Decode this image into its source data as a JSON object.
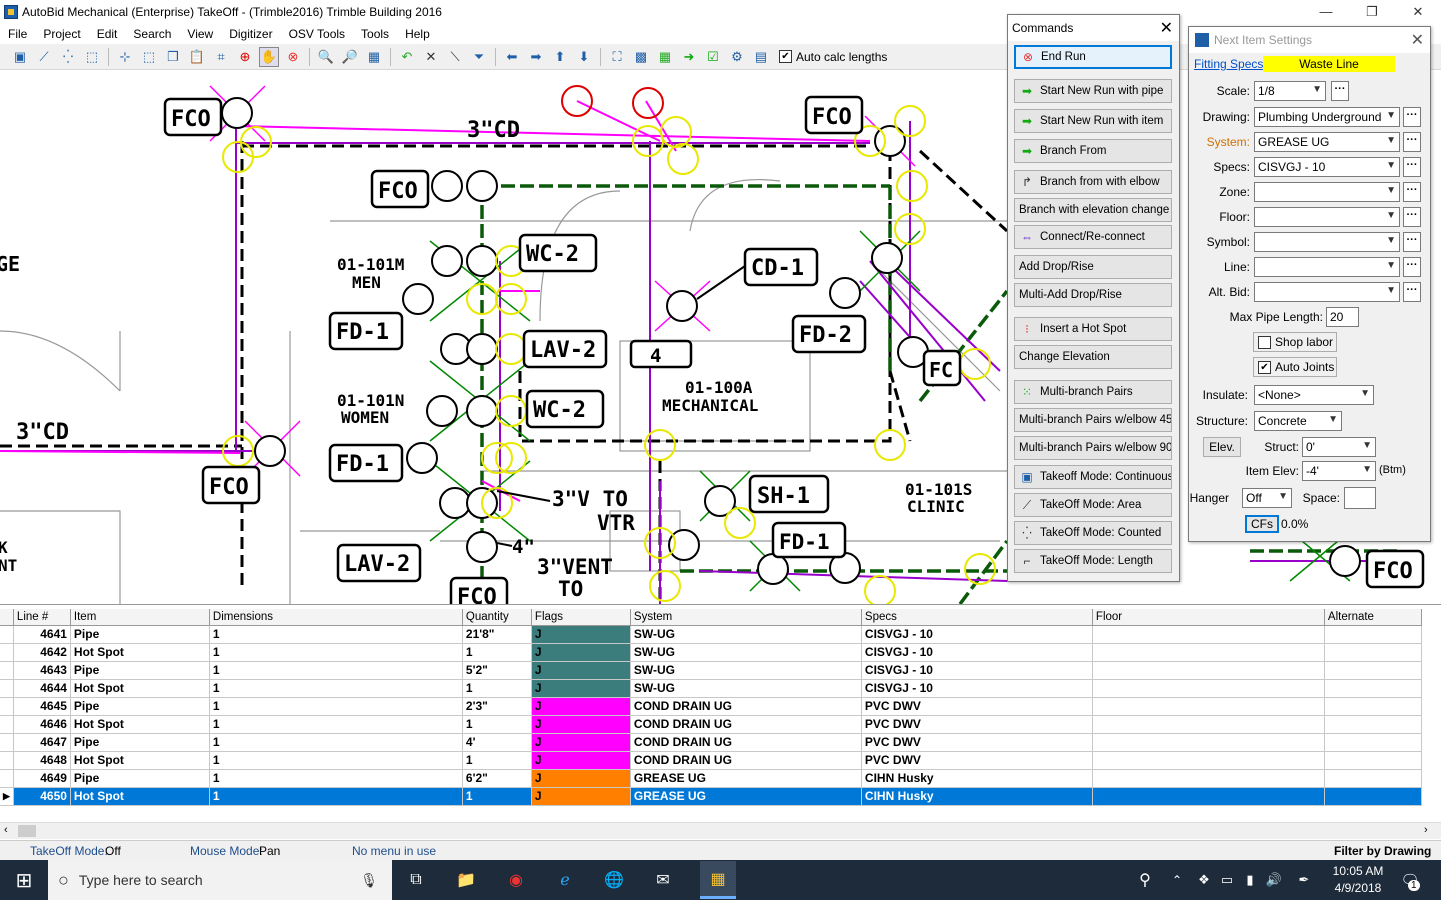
{
  "title": "AutoBid Mechanical (Enterprise) TakeOff - (Trimble2016)  Trimble Building 2016",
  "window_controls": {
    "minimize": "—",
    "restore": "❐",
    "close": "✕"
  },
  "menu": [
    "File",
    "Project",
    "Edit",
    "Search",
    "View",
    "Digitizer",
    "OSV Tools",
    "Tools",
    "Help"
  ],
  "toolbar": {
    "auto_calc_label": "Auto calc lengths",
    "auto_calc_checked": true
  },
  "drawing_labels": {
    "fco": "FCO",
    "cd3": "3\"CD",
    "men_room": "01-101M",
    "men": "MEN",
    "women_room": "01-101N",
    "women": "WOMEN",
    "fd1": "FD-1",
    "fd2": "FD-2",
    "wc2": "WC-2",
    "lav2": "LAV-2",
    "cd1": "CD-1",
    "mech_num": "4",
    "mech_room": "01-100A",
    "mech": "MECHANICAL",
    "sh1": "SH-1",
    "clinic_room": "01-101S",
    "clinic": "CLINIC",
    "fc": "FC",
    "v3": "3\"V TO",
    "vtr": "VTR",
    "vent3": "3\"VENT",
    "to": "TO",
    "four": "4\"",
    "ge": "GE",
    "k": "K",
    "nt": "NT"
  },
  "commands": {
    "title": "Commands",
    "buttons": [
      {
        "label": "End Run",
        "icon": "stop-icon",
        "active": true
      },
      {
        "label": "Start New Run with pipe",
        "icon": "arrow-right-icon"
      },
      {
        "label": "Start New Run with item",
        "icon": "arrow-right-icon"
      },
      {
        "label": "Branch From",
        "icon": "branch-icon"
      },
      {
        "label": "Branch from with elbow",
        "icon": "elbow-icon"
      },
      {
        "label": "Branch with elevation change",
        "icon": ""
      },
      {
        "label": "Connect/Re-connect",
        "icon": "connect-icon"
      },
      {
        "label": "Add Drop/Rise",
        "icon": ""
      },
      {
        "label": "Multi-Add Drop/Rise",
        "icon": ""
      },
      {
        "label": "Insert a Hot Spot",
        "icon": "hotspot-icon"
      },
      {
        "label": "Change Elevation",
        "icon": ""
      },
      {
        "label": "Multi-branch Pairs",
        "icon": "multibranch-icon"
      },
      {
        "label": "Multi-branch Pairs w/elbow 45",
        "icon": ""
      },
      {
        "label": "Multi-branch Pairs w/elbow 90",
        "icon": ""
      },
      {
        "label": "Takeoff Mode: Continuous",
        "icon": "continuous-icon"
      },
      {
        "label": "TakeOff Mode: Area",
        "icon": "area-icon"
      },
      {
        "label": "TakeOff Mode: Counted",
        "icon": "counted-icon"
      },
      {
        "label": "TakeOff Mode: Length",
        "icon": "length-icon"
      }
    ]
  },
  "next_item": {
    "title": "Next Item Settings",
    "fitting_specs_label": "Fitting Specs:",
    "fitting_specs_value": "Waste Line",
    "scale_label": "Scale:",
    "scale": "1/8",
    "drawing_label": "Drawing:",
    "drawing": "Plumbing Underground",
    "system_label": "System:",
    "system": "GREASE UG",
    "specs_label": "Specs:",
    "specs": "CISVGJ - 10",
    "zone_label": "Zone:",
    "floor_label": "Floor:",
    "symbol_label": "Symbol:",
    "line_label": "Line:",
    "altbid_label": "Alt. Bid:",
    "max_pipe_label": "Max Pipe Length:",
    "max_pipe": "20",
    "shop_labor": "Shop labor",
    "auto_joints": "Auto Joints",
    "insulate_label": "Insulate:",
    "insulate": "<None>",
    "structure_label": "Structure:",
    "structure": "Concrete",
    "elev_btn": "Elev.",
    "struct_label": "Struct:",
    "struct": "0'",
    "item_elev_label": "Item Elev:",
    "item_elev": "-4'",
    "btm": "(Btm)",
    "hanger_label": "Hanger",
    "hanger": "Off",
    "space_label": "Space:",
    "cfs_btn": "CFs",
    "cfs_value": "0.0%"
  },
  "grid": {
    "columns": [
      "Line #",
      "Item",
      "Dimensions",
      "Quantity",
      "Flags",
      "System",
      "Specs",
      "Floor",
      "Alternate"
    ],
    "rows": [
      {
        "line": "4641",
        "item": "Pipe",
        "dim": "1",
        "qty": "21'8\"",
        "flag": "J",
        "color": "#3b7d7d",
        "system": "SW-UG",
        "specs": "CISVGJ - 10"
      },
      {
        "line": "4642",
        "item": "Hot Spot",
        "dim": "1",
        "qty": "1",
        "flag": "J",
        "color": "#3b7d7d",
        "system": "SW-UG",
        "specs": "CISVGJ - 10"
      },
      {
        "line": "4643",
        "item": "Pipe",
        "dim": "1",
        "qty": "5'2\"",
        "flag": "J",
        "color": "#3b7d7d",
        "system": "SW-UG",
        "specs": "CISVGJ - 10"
      },
      {
        "line": "4644",
        "item": "Hot Spot",
        "dim": "1",
        "qty": "1",
        "flag": "J",
        "color": "#3b7d7d",
        "system": "SW-UG",
        "specs": "CISVGJ - 10"
      },
      {
        "line": "4645",
        "item": "Pipe",
        "dim": "1",
        "qty": "2'3\"",
        "flag": "J",
        "color": "#ff00ff",
        "system": "COND DRAIN UG",
        "specs": "PVC DWV"
      },
      {
        "line": "4646",
        "item": "Hot Spot",
        "dim": "1",
        "qty": "1",
        "flag": "J",
        "color": "#ff00ff",
        "system": "COND DRAIN UG",
        "specs": "PVC DWV"
      },
      {
        "line": "4647",
        "item": "Pipe",
        "dim": "1",
        "qty": "4'",
        "flag": "J",
        "color": "#ff00ff",
        "system": "COND DRAIN UG",
        "specs": "PVC DWV"
      },
      {
        "line": "4648",
        "item": "Hot Spot",
        "dim": "1",
        "qty": "1",
        "flag": "J",
        "color": "#ff00ff",
        "system": "COND DRAIN UG",
        "specs": "PVC DWV"
      },
      {
        "line": "4649",
        "item": "Pipe",
        "dim": "1",
        "qty": "6'2\"",
        "flag": "J",
        "color": "#ff8000",
        "system": "GREASE UG",
        "specs": "CIHN Husky"
      },
      {
        "line": "4650",
        "item": "Hot Spot",
        "dim": "1",
        "qty": "1",
        "flag": "J",
        "color": "#ff8000",
        "system": "GREASE UG",
        "specs": "CIHN Husky",
        "selected": true
      }
    ]
  },
  "status": {
    "takeoff_label": "TakeOff Mode:",
    "takeoff_value": "Off",
    "mouse_label": "Mouse Mode:",
    "mouse_value": "Pan",
    "menu_status": "No menu in use",
    "filter": "Filter by Drawing"
  },
  "taskbar": {
    "search_placeholder": "Type here to search",
    "time": "10:05 AM",
    "date": "4/9/2018",
    "notifications": "1"
  },
  "colors": {
    "accent": "#0078d7",
    "fitting_specs_bg": "#ffff00",
    "system_label": "#d07000"
  }
}
